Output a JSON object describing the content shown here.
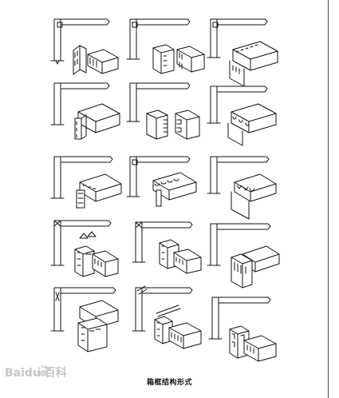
{
  "figure": {
    "caption": "箱框结构形式",
    "watermark": "Baidu 百科",
    "ink_color": "#111111",
    "paper_color": "#ffffff",
    "joint_count": 15
  }
}
